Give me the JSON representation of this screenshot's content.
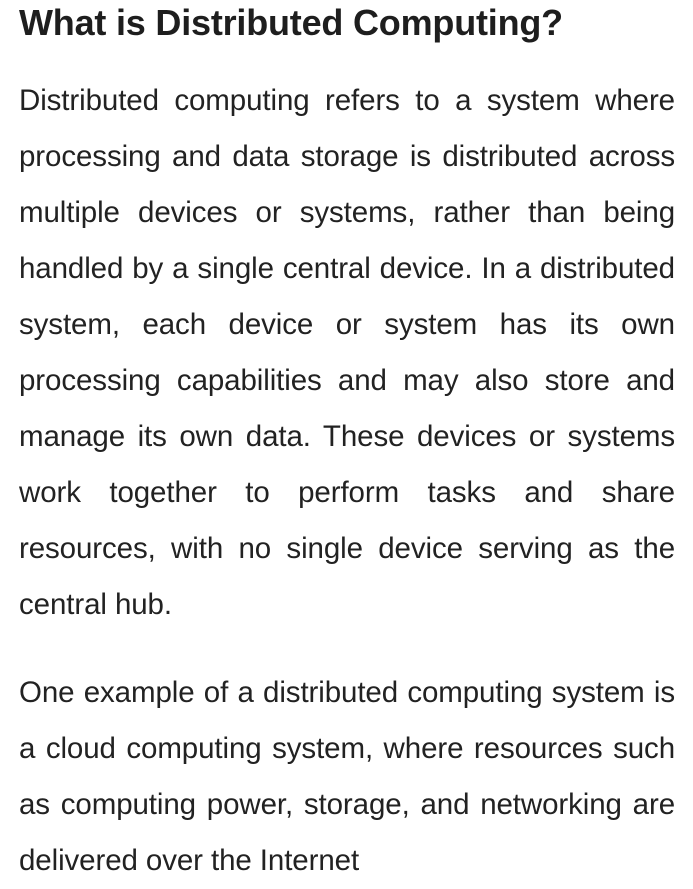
{
  "article": {
    "heading": "What is Distributed Computing?",
    "paragraphs": [
      "Distributed computing refers to a system where processing and data storage is distributed across multiple devices or systems, rather than being handled by a single central device. In a distributed system, each device or system has its own processing capabilities and may also store and manage its own data. These devices or systems work together to perform tasks and share resources, with no single device serving as the central hub.",
      "One example of a distributed computing system is a cloud computing system, where resources such as computing power, storage, and networking are delivered over the Internet"
    ]
  }
}
